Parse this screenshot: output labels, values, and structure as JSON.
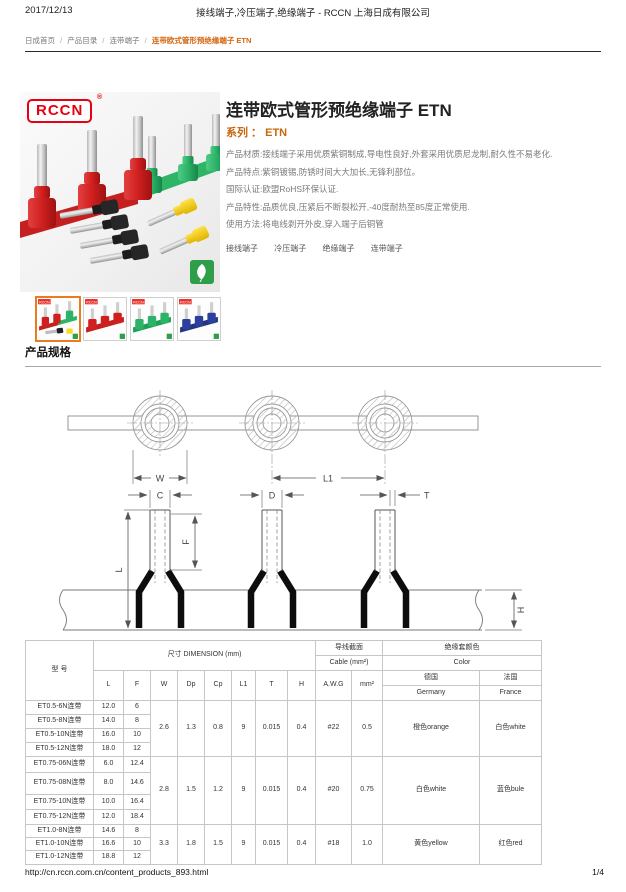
{
  "page": {
    "print_date": "2017/12/13",
    "print_title": "接线端子,冷压端子,绝缘端子 - RCCN 上海日成有限公司",
    "footer_url": "http://cn.rccn.com.cn/content_products_893.html",
    "page_number": "1/4"
  },
  "breadcrumb": {
    "separator": "/",
    "items": [
      {
        "label": "日成首页"
      },
      {
        "label": "产品目录"
      },
      {
        "label": "连带端子"
      }
    ],
    "current": "连带欧式管形预绝缘端子 ETN"
  },
  "product": {
    "logo": "RCCN",
    "logo_reg": "®",
    "title": "连带欧式管形预绝缘端子 ETN",
    "series_label": "系列 ：",
    "series_value": "ETN",
    "description_lines": [
      "产品材质:接线端子采用优质紫铜制成,导电性良好,外套采用优质尼龙制,耐久性不易老化.",
      "产品特点:紫铜镀锡,防锈时间大大加长,无锋利部位。",
      "国际认证:欧盟RoHS环保认证.",
      "产品特性:品质优良,压紧后不断裂松开,-40度耐热至85度正常使用.",
      "使用方法:将电线剥开外皮,穿入端子后铜管"
    ],
    "related_links": [
      "接线端子",
      "冷压端子",
      "绝缘端子",
      "连带端子"
    ],
    "thumbnails": [
      {
        "label": "multi-color",
        "selected": true
      },
      {
        "label": "red",
        "selected": false
      },
      {
        "label": "green",
        "selected": false
      },
      {
        "label": "blue",
        "selected": false
      }
    ]
  },
  "section": {
    "spec_title": "产品规格"
  },
  "diagram": {
    "labels": {
      "w": "W",
      "l1": "L1",
      "c": "C",
      "d": "D",
      "t": "T",
      "f": "F",
      "l": "L",
      "h": "H"
    }
  },
  "spec_table": {
    "headers": {
      "model": "型 号",
      "dimension": "尺寸 DIMENSION  (mm)",
      "cable_cn": "导线截面",
      "cable_en": "Cable (mm²)",
      "color_cn": "绝缘套颜色",
      "color_en": "Color",
      "dims": [
        "L",
        "F",
        "W",
        "Dp",
        "Cp",
        "L1",
        "T",
        "H"
      ],
      "awg": "A.W.G",
      "mm2": "mm²",
      "germany_cn": "德国",
      "germany_en": "Germany",
      "france_cn": "法国",
      "france_en": "France"
    },
    "groups": [
      {
        "rows": [
          {
            "model": "ET0.5-6N连带",
            "l": "12.0",
            "f": "6"
          },
          {
            "model": "ET0.5-8N连带",
            "l": "14.0",
            "f": "8"
          },
          {
            "model": "ET0.5-10N连带",
            "l": "16.0",
            "f": "10"
          },
          {
            "model": "ET0.5-12N连带",
            "l": "18.0",
            "f": "12"
          }
        ],
        "w": "2.6",
        "dp": "1.3",
        "cp": "0.8",
        "l1": "9",
        "t": "0.015",
        "h": "0.4",
        "awg": "#22",
        "mm2": "0.5",
        "germany": "橙色orange",
        "france": "白色white"
      },
      {
        "rows": [
          {
            "model": "ET0.75-06N连带",
            "l": "6.0",
            "f": "12.4"
          },
          {
            "model": "ET0.75-08N连带",
            "l": "8.0",
            "f": "14.6"
          },
          {
            "model": "ET0.75-10N连带",
            "l": "10.0",
            "f": "16.4"
          },
          {
            "model": "ET0.75-12N连带",
            "l": "12.0",
            "f": "18.4"
          }
        ],
        "w": "2.8",
        "dp": "1.5",
        "cp": "1.2",
        "l1": "9",
        "t": "0.015",
        "h": "0.4",
        "awg": "#20",
        "mm2": "0.75",
        "germany": "白色white",
        "france": "蓝色bule"
      },
      {
        "rows": [
          {
            "model": "ET1.0-8N连带",
            "l": "14.6",
            "f": "8"
          },
          {
            "model": "ET1.0-10N连带",
            "l": "16.6",
            "f": "10"
          },
          {
            "model": "ET1.0-12N连带",
            "l": "18.8",
            "f": "12"
          }
        ],
        "w": "3.3",
        "dp": "1.8",
        "cp": "1.5",
        "l1": "9",
        "t": "0.015",
        "h": "0.4",
        "awg": "#18",
        "mm2": "1.0",
        "germany": "黄色yellow",
        "france": "红色red"
      }
    ]
  },
  "colors": {
    "accent_orange": "#d4650f",
    "logo_red": "#e60012",
    "thumb_selected_border": "#e87c1e",
    "table_border": "#c6c6c6",
    "description_gray": "#7a7a7a"
  }
}
